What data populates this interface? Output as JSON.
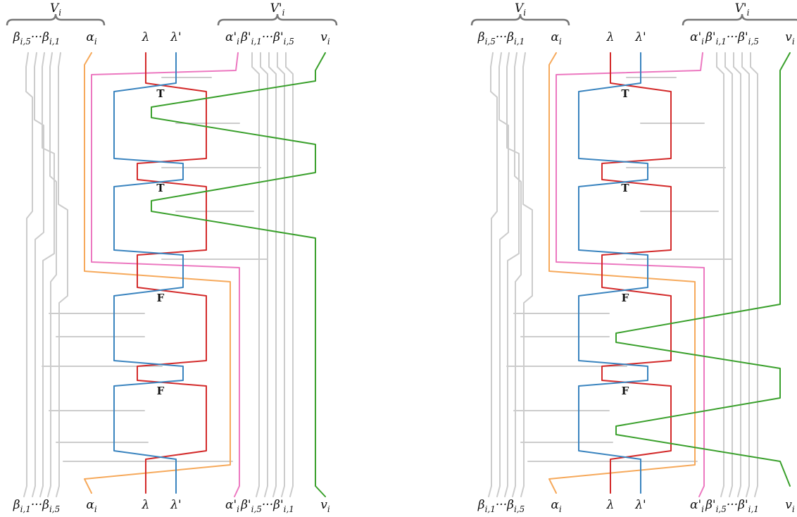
{
  "colors": {
    "gray": "#cccccc",
    "orange": "#f6a95b",
    "pink": "#ec78c0",
    "red": "#d32a2a",
    "blue": "#3a84bf",
    "green": "#3aa02c",
    "brace": "#777777"
  },
  "panels": [
    {
      "groups": {
        "left": "V_i",
        "right": "V'_i"
      },
      "top_labels": [
        "β_{i,5}···β_{i,1}",
        "α_i",
        "λ",
        "λ'",
        "α'_i",
        "β'_{i,1}···β'_{i,5}",
        "v_i"
      ],
      "bottom_labels": [
        "β_{i,1}···β_{i,5}",
        "α_i",
        "λ",
        "λ'",
        "α'_i",
        "β'_{i,5}···β'_{i,1}",
        "v_i"
      ],
      "gadget_marks": [
        "T",
        "T",
        "F",
        "F"
      ]
    },
    {
      "groups": {
        "left": "V_i",
        "right": "V'_i"
      },
      "top_labels": [
        "β_{i,5}···β_{i,1}",
        "α_i",
        "λ",
        "λ'",
        "α'_i",
        "β'_{i,1}···β'_{i,5}",
        "v_i"
      ],
      "bottom_labels": [
        "β_{i,1}···β_{i,5}",
        "α_i",
        "λ",
        "λ'",
        "α'_i",
        "β'_{i,5}···β'_{i,1}",
        "v_i"
      ],
      "gadget_marks": [
        "T",
        "T",
        "F",
        "F"
      ]
    }
  ]
}
